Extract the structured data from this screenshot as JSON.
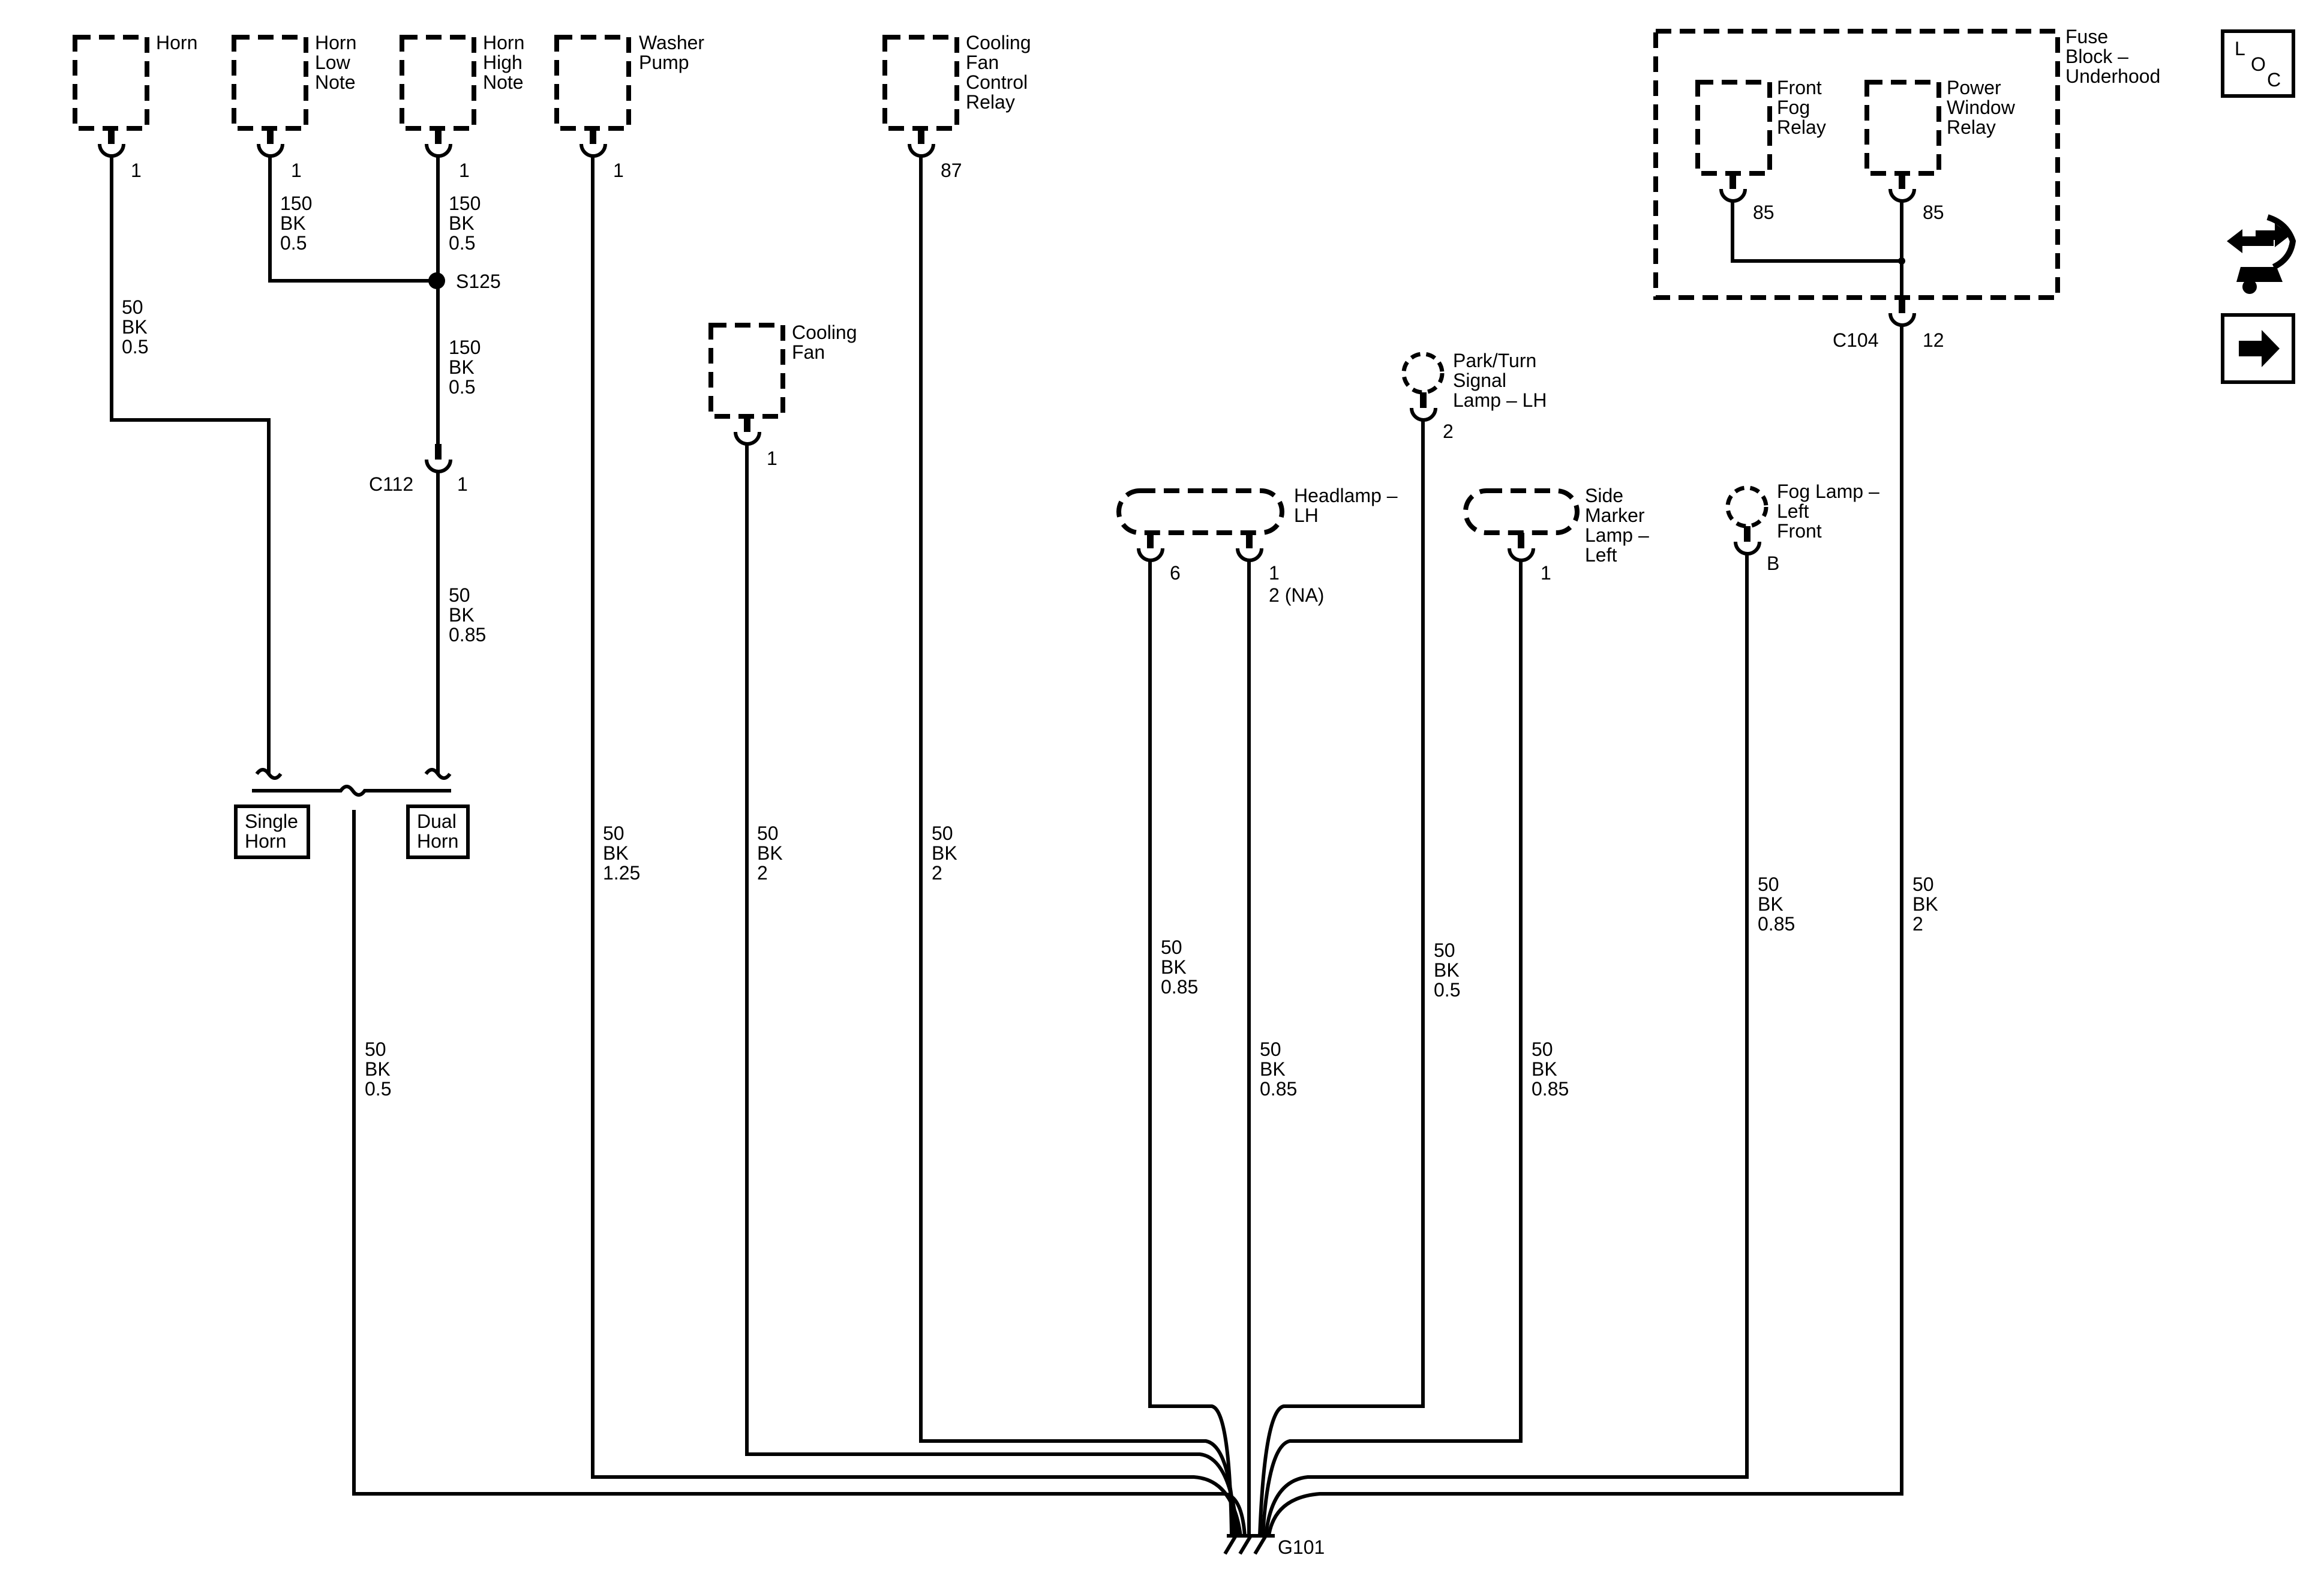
{
  "components": {
    "horn": "Horn",
    "horn_low": [
      "Horn",
      "Low",
      "Note"
    ],
    "horn_high": [
      "Horn",
      "High",
      "Note"
    ],
    "washer": [
      "Washer",
      "Pump"
    ],
    "cooling_relay": [
      "Cooling",
      "Fan",
      "Control",
      "Relay"
    ],
    "cooling_fan": [
      "Cooling",
      "Fan"
    ],
    "park_turn": [
      "Park/Turn",
      "Signal",
      "Lamp – LH"
    ],
    "headlamp": [
      "Headlamp –",
      "LH"
    ],
    "side_marker": [
      "Side",
      "Marker",
      "Lamp –",
      "Left"
    ],
    "fog_lamp": [
      "Fog Lamp –",
      "Left",
      "Front"
    ],
    "fuse_block": [
      "Fuse",
      "Block –",
      "Underhood"
    ],
    "front_fog_relay": [
      "Front",
      "Fog",
      "Relay"
    ],
    "power_window_relay": [
      "Power",
      "Window",
      "Relay"
    ]
  },
  "pins": {
    "horn": "1",
    "horn_low": "1",
    "horn_high": "1",
    "washer": "1",
    "cooling_relay": "87",
    "cooling_fan": "1",
    "park_turn": "2",
    "headlamp_a": "6",
    "headlamp_b": "1",
    "headlamp_b2": "2 (NA)",
    "side_marker": "1",
    "fog_lamp": "B",
    "front_fog_relay": "85",
    "power_window_relay": "85",
    "c104": "12",
    "c112": "1"
  },
  "connectors": {
    "c112": "C112",
    "c104": "C104",
    "s125": "S125",
    "g101": "G101"
  },
  "wires": {
    "horn": [
      "50",
      "BK",
      "0.5"
    ],
    "horn_low": [
      "150",
      "BK",
      "0.5"
    ],
    "horn_high": [
      "150",
      "BK",
      "0.5"
    ],
    "s125_down": [
      "150",
      "BK",
      "0.5"
    ],
    "c112_down": [
      "50",
      "BK",
      "0.85"
    ],
    "horn_ground": [
      "50",
      "BK",
      "0.5"
    ],
    "washer": [
      "50",
      "BK",
      "1.25"
    ],
    "cooling_fan": [
      "50",
      "BK",
      "2"
    ],
    "cooling_relay": [
      "50",
      "BK",
      "2"
    ],
    "headlamp_a": [
      "50",
      "BK",
      "0.85"
    ],
    "headlamp_b": [
      "50",
      "BK",
      "0.85"
    ],
    "park_turn": [
      "50",
      "BK",
      "0.5"
    ],
    "side_marker": [
      "50",
      "BK",
      "0.85"
    ],
    "fog_lamp": [
      "50",
      "BK",
      "0.85"
    ],
    "c104": [
      "50",
      "BK",
      "2"
    ]
  },
  "options": {
    "single": [
      "Single",
      "Horn"
    ],
    "dual": [
      "Dual",
      "Horn"
    ]
  },
  "sidebar": {
    "loc": [
      "L",
      "O",
      "C"
    ]
  }
}
